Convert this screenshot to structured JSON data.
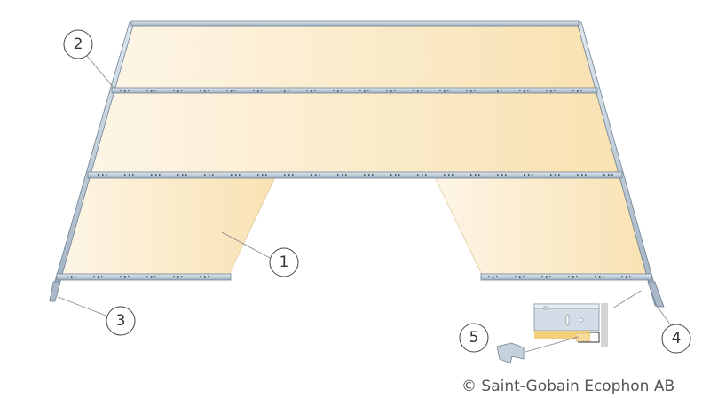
{
  "callouts": [
    {
      "label": "1",
      "part": "panel"
    },
    {
      "label": "2",
      "part": "main-runner"
    },
    {
      "label": "3",
      "part": "edge-trim-left"
    },
    {
      "label": "4",
      "part": "edge-trim-right"
    },
    {
      "label": "5",
      "part": "clip"
    }
  ],
  "copyright": "© Saint-Gobain Ecophon AB",
  "colors": {
    "panel_light": "#fdf4e4",
    "panel_dark": "#f9e1b0",
    "rail": "#b8c6d4",
    "rail_dark": "#6f8293",
    "line": "#888888"
  }
}
